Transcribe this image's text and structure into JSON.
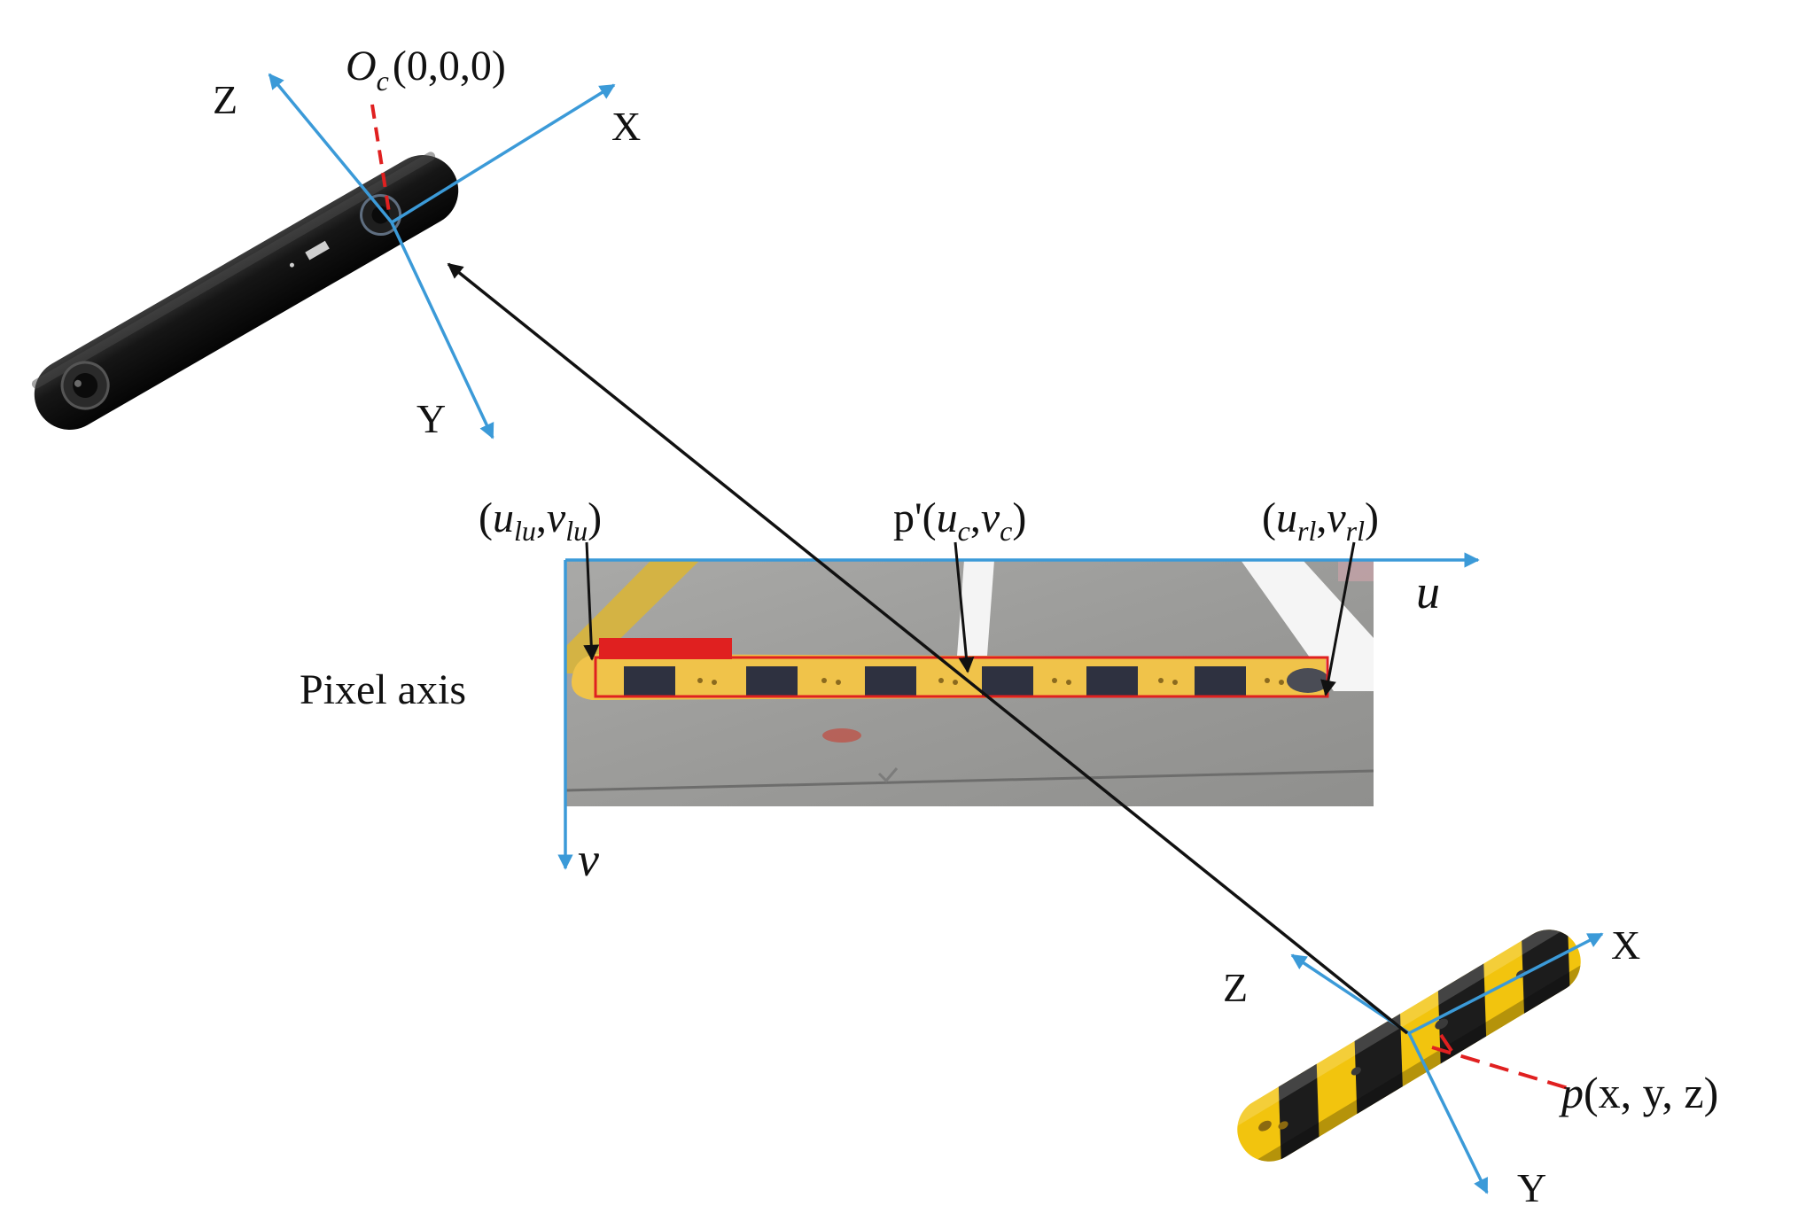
{
  "colors": {
    "axis_blue": "#3b9ad8",
    "ray": "#111111",
    "bbox_red": "#e02020",
    "bump_yellow": "#f2c40e",
    "bump_black": "#1c1c1c",
    "camera_body": "#141414",
    "road_gray": "#9a9a98"
  },
  "camera": {
    "origin": {
      "main": "O",
      "sub": "c",
      "coords": "(0,0,0)"
    },
    "axis_x": "X",
    "axis_y": "Y",
    "axis_z": "Z"
  },
  "pixel_frame": {
    "caption": "Pixel axis",
    "axis_u": "u",
    "axis_v": "v",
    "left_upper": {
      "u": "u",
      "u_sub": "lu",
      "v": "v",
      "v_sub": "lu"
    },
    "right_lower": {
      "u": "u",
      "u_sub": "rl",
      "v": "v",
      "v_sub": "rl"
    },
    "center": {
      "prefix": "p'",
      "u": "u",
      "u_sub": "c",
      "v": "v",
      "v_sub": "c"
    }
  },
  "world": {
    "point": {
      "main": "p",
      "coords": "(x, y, z)"
    },
    "axis_x": "X",
    "axis_y": "Y",
    "axis_z": "Z"
  },
  "icons": {
    "camera": "depth-camera-icon",
    "speed_bump": "speed-bump-icon",
    "road_photo": "road-photo-icon"
  }
}
